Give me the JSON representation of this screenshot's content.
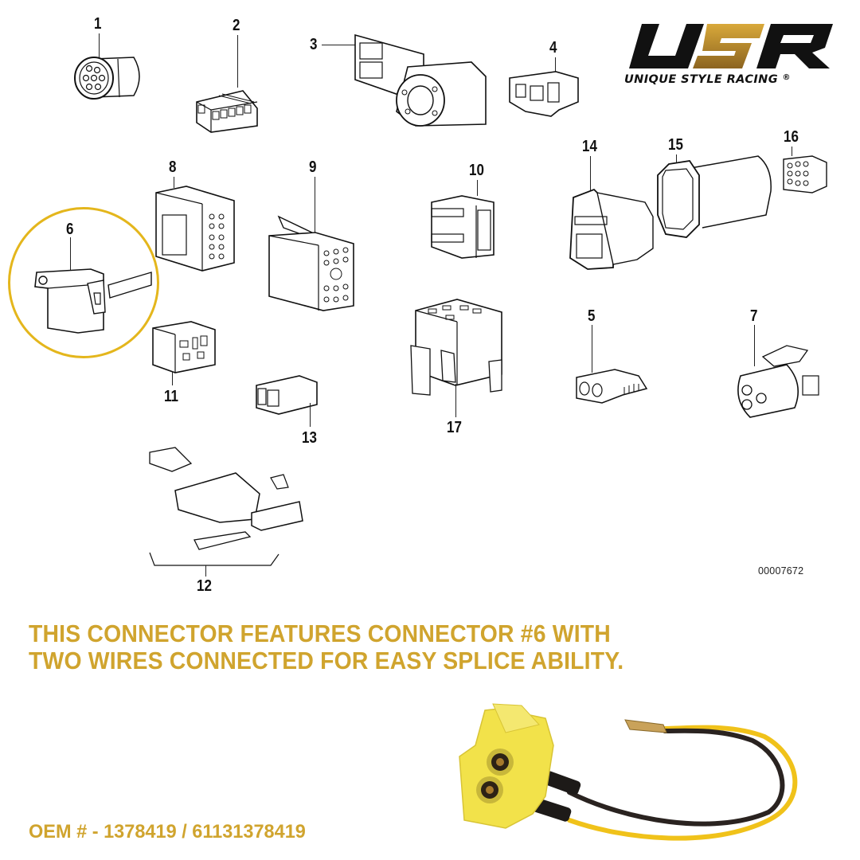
{
  "brand": {
    "logo_letters": "USR",
    "tagline": "UNIQUE STYLE RACING",
    "registered_mark": "®",
    "colors": {
      "black": "#111111",
      "gold": "#b8892a"
    }
  },
  "diagram": {
    "code": "00007672",
    "highlight_color": "#e4b61c",
    "callouts": [
      {
        "id": "1",
        "label": "1"
      },
      {
        "id": "2",
        "label": "2"
      },
      {
        "id": "3",
        "label": "3"
      },
      {
        "id": "4",
        "label": "4"
      },
      {
        "id": "5",
        "label": "5"
      },
      {
        "id": "6",
        "label": "6"
      },
      {
        "id": "7",
        "label": "7"
      },
      {
        "id": "8",
        "label": "8"
      },
      {
        "id": "9",
        "label": "9"
      },
      {
        "id": "10",
        "label": "10"
      },
      {
        "id": "11",
        "label": "11"
      },
      {
        "id": "12",
        "label": "12"
      },
      {
        "id": "13",
        "label": "13"
      },
      {
        "id": "14",
        "label": "14"
      },
      {
        "id": "15",
        "label": "15"
      },
      {
        "id": "16",
        "label": "16"
      },
      {
        "id": "17",
        "label": "17"
      }
    ],
    "highlighted_part": "6"
  },
  "description": {
    "line1": "THIS CONNECTOR FEATURES CONNECTOR #6 WITH",
    "line2": "TWO WIRES CONNECTED FOR EASY SPLICE ABILITY.",
    "color": "#d0a42e"
  },
  "oem": {
    "text": "OEM # - 1378419 / 61131378419"
  },
  "product_photo": {
    "subject": "yellow-2-pin-connector-pigtail",
    "connector_color": "#f2e24a",
    "wire_colors": [
      "#f0c21a",
      "#2a2320"
    ]
  }
}
